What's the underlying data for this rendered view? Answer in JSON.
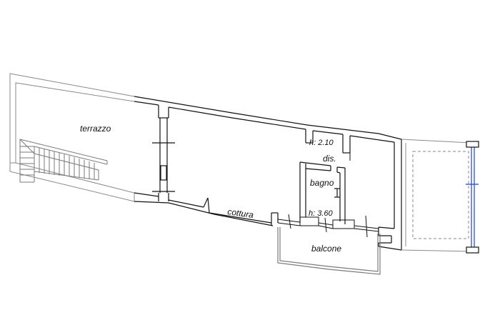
{
  "labels": {
    "terrazzo": "terrazzo",
    "cottura": "cottura",
    "bagno": "bagno",
    "dis": "dis.",
    "h_upper": "h: 2.10",
    "h_lower": "h: 3.60",
    "balcone": "balcone"
  },
  "colors": {
    "wall": "#111111",
    "outline": "#8a8a8a",
    "accent": "#1a3fd6"
  }
}
